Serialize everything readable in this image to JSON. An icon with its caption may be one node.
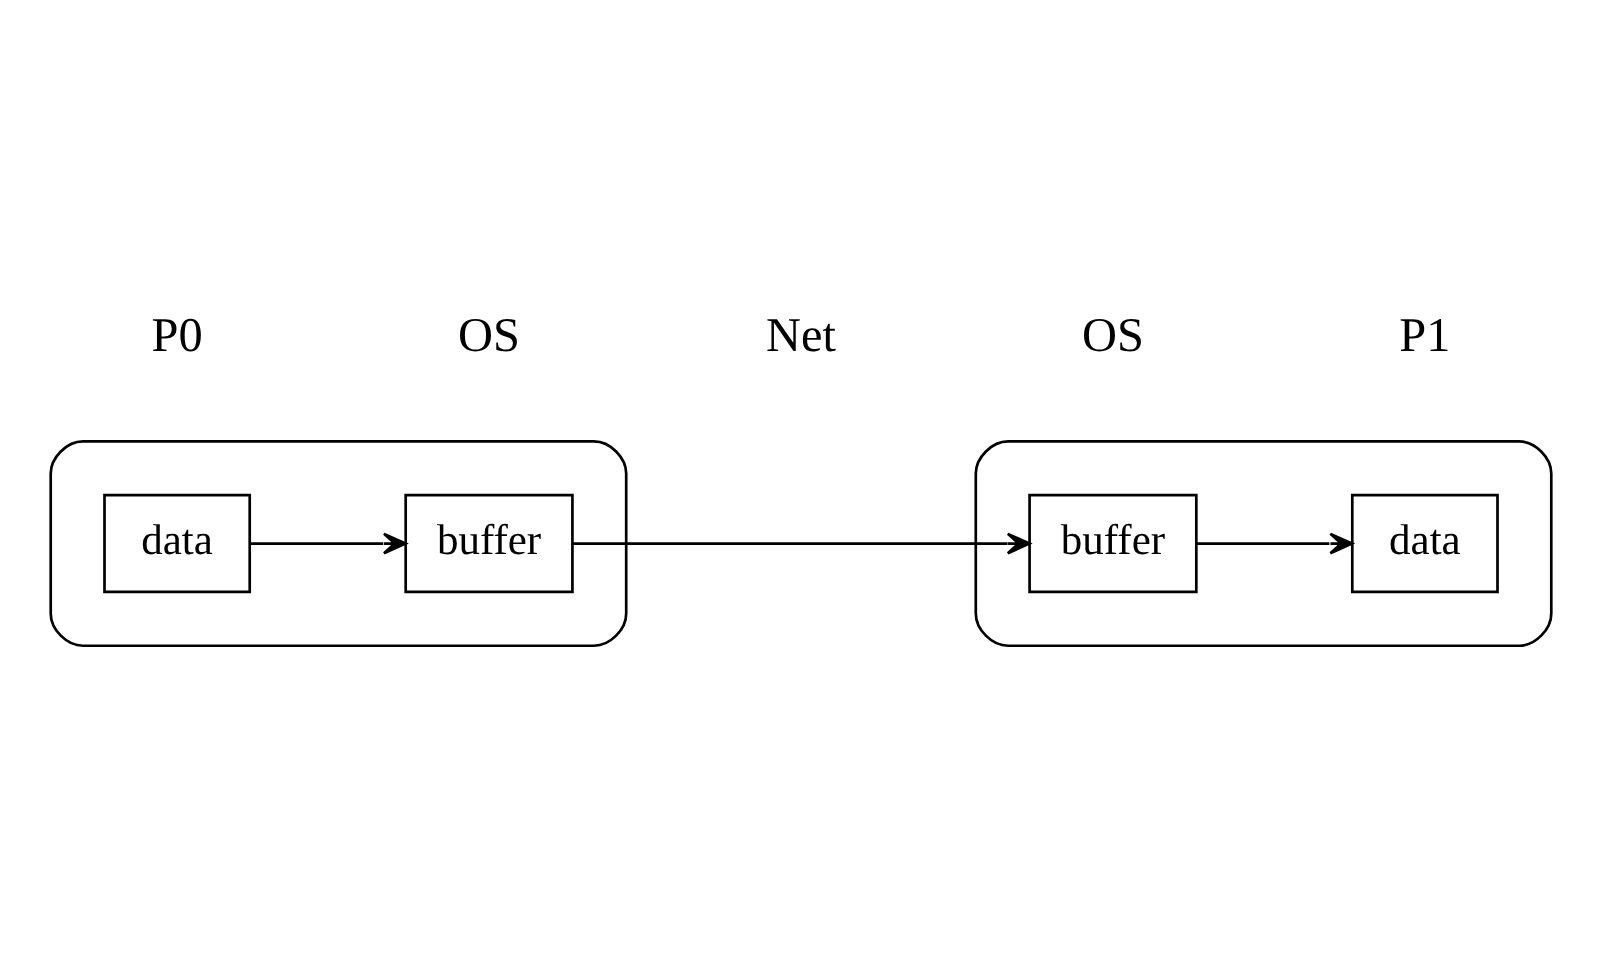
{
  "diagram": {
    "nodes": [
      {
        "text": [],
        "shape": "box"
      },
      {
        "text": [
          "data"
        ],
        "in": 0
      },
      {
        "text": [
          "buffer"
        ],
        "in": 0
      },
      {
        "text": [],
        "shape": "box"
      },
      {
        "text": [
          "buffer"
        ],
        "in": 3
      },
      {
        "text": [
          "data"
        ],
        "in": 3
      }
    ],
    "edges": [
      {
        "from": 1,
        "to": 2,
        "arrow": "to"
      },
      {
        "from": 2,
        "to": 4,
        "arrow": "to"
      },
      {
        "from": 4,
        "to": 5,
        "arrow": "to"
      }
    ],
    "labels": [
      "P0",
      "OS",
      "Net",
      "OS",
      "P1"
    ]
  }
}
